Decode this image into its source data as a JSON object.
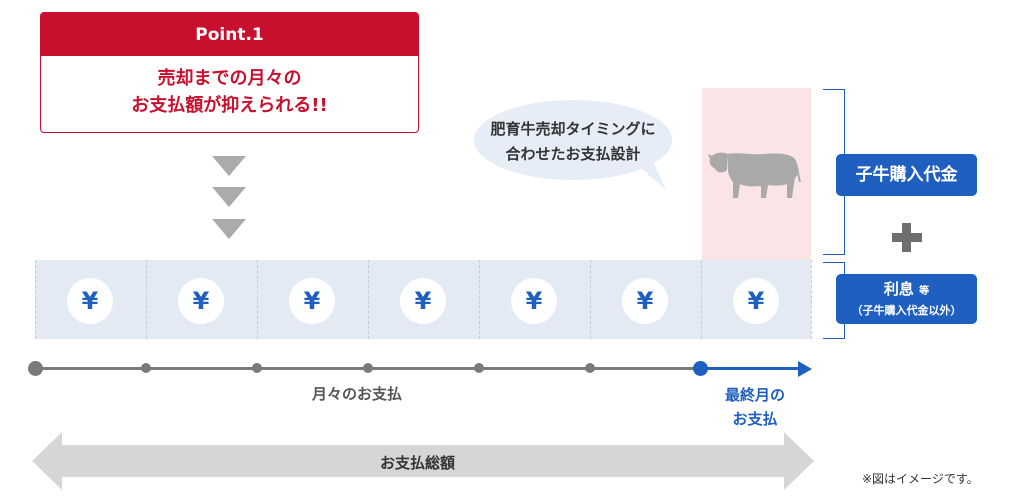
{
  "point": {
    "heading": "Point.1",
    "line1": "売却までの月々の",
    "line2": "お支払額が抑えられる!!"
  },
  "bubble": {
    "line1": "肥育牛売却タイミングに",
    "line2": "合わせたお支払設計"
  },
  "yen_symbol": "¥",
  "yen_count": 7,
  "labels": {
    "calf_price": "子牛購入代金",
    "plus": "+",
    "interest": "利息",
    "interest_suffix": "等",
    "interest_note": "（子牛購入代金以外）",
    "monthly_payment": "月々のお支払",
    "last_month_line1": "最終月の",
    "last_month_line2": "お支払",
    "total": "お支払総額",
    "footnote": "※図はイメージです。"
  },
  "icons": {
    "cow": "cow-icon",
    "yen": "yen-icon",
    "down_arrows": "triangle-down-icon"
  },
  "colors": {
    "red": "#c8102e",
    "blue": "#1f5fbf",
    "gray": "#7a7a7a",
    "band": "#e3eaf4",
    "pink": "#fbe4e6",
    "bubble": "#e6edf6"
  }
}
